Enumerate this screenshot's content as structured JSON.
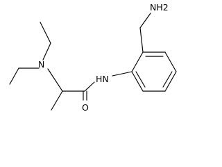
{
  "molecule": {
    "atoms": {
      "nh2": "NH2",
      "n_amine": "N",
      "nh_amide": "HN",
      "o": "O"
    }
  }
}
